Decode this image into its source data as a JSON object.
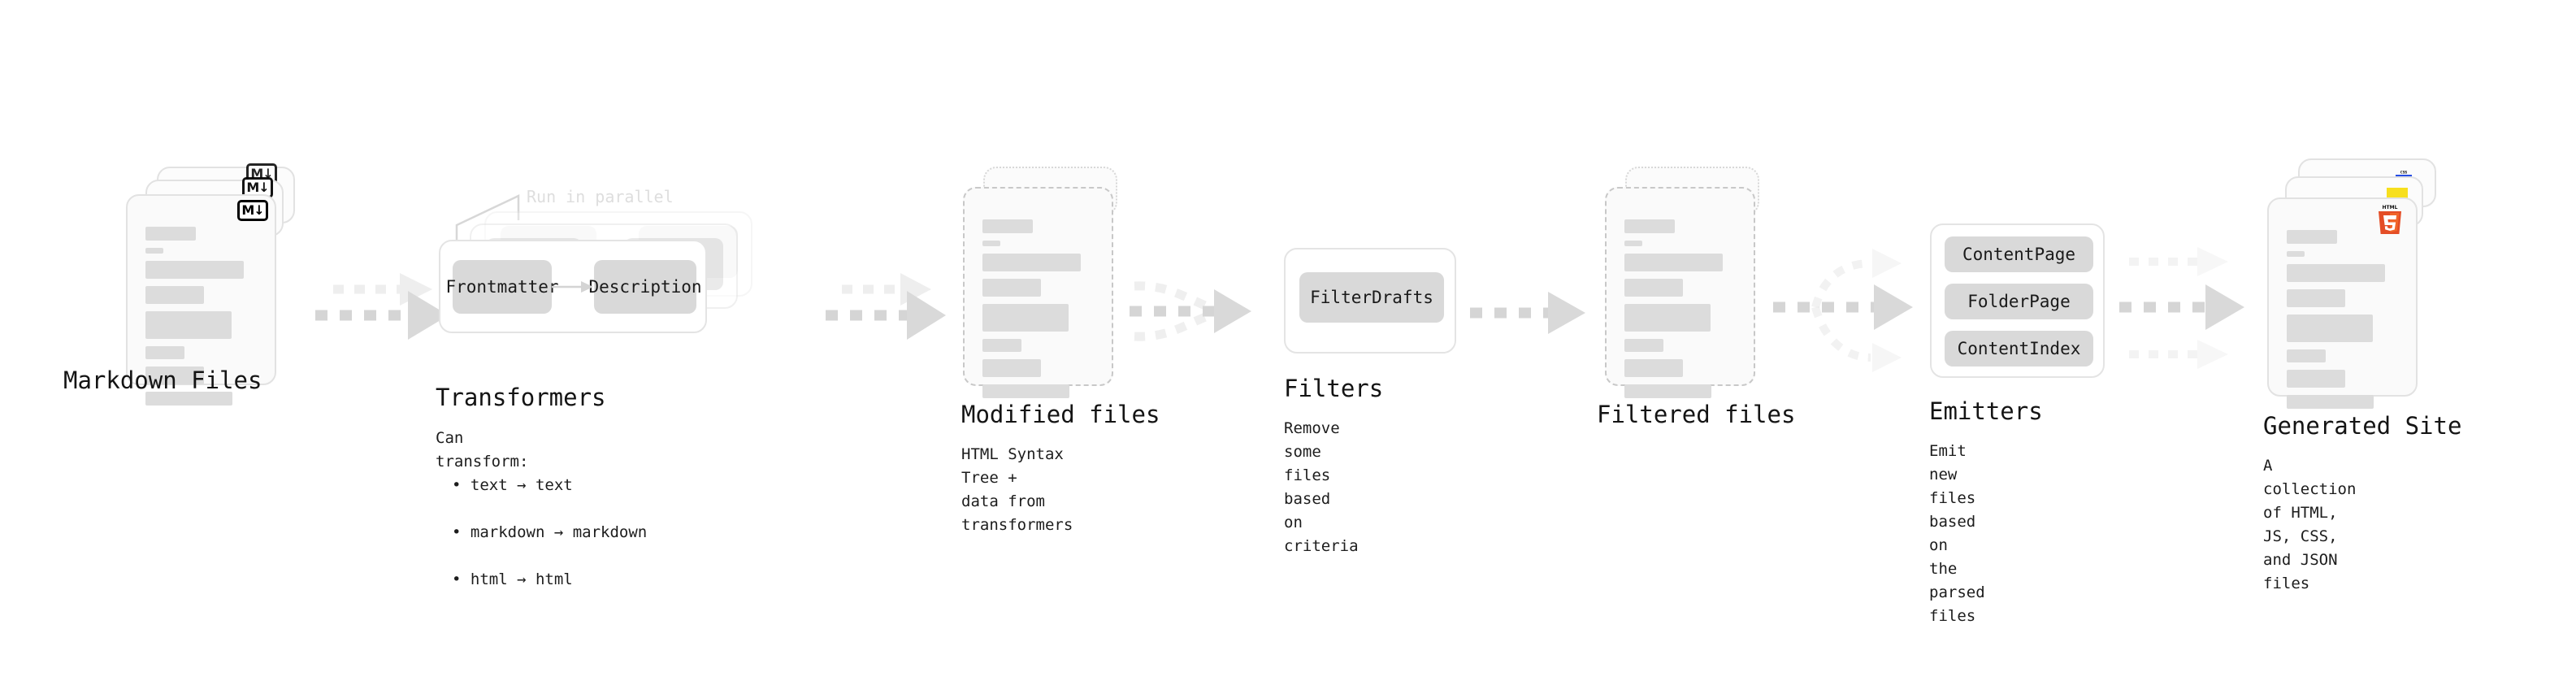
{
  "diagram": {
    "title_font_size": 29,
    "accent_colors": {
      "markdown_badge": "#000000",
      "html5_badge": "#e44d26",
      "css3_badge": "#264de4",
      "js_badge": "#f7df1e",
      "chip_fill": "#d9d9d9",
      "doc_fill": "#fafafa",
      "border": "#e2e2e2",
      "line_fill": "#dcdcdc",
      "arrow_fill": "#d5d5d5",
      "ghost_text": "#dedede"
    }
  },
  "stages": [
    {
      "id": "markdown-files",
      "title": "Markdown Files",
      "subtitle": "",
      "badge": "markdown-icon",
      "badge_text": "M↓"
    },
    {
      "id": "transformers",
      "title": "Transformers",
      "subtitle": "Can transform:",
      "bullets": [
        "text → text",
        "markdown → markdown",
        "html → html"
      ],
      "parallel_label": "Run in parallel",
      "chips": [
        "Frontmatter",
        "Description"
      ]
    },
    {
      "id": "modified-files",
      "title": "Modified files",
      "subtitle": "HTML Syntax Tree +\ndata from transformers"
    },
    {
      "id": "filters",
      "title": "Filters",
      "subtitle": "Remove some files based\non criteria",
      "chips": [
        "FilterDrafts"
      ]
    },
    {
      "id": "filtered-files",
      "title": "Filtered files",
      "subtitle": ""
    },
    {
      "id": "emitters",
      "title": "Emitters",
      "subtitle": "Emit new files based on\nthe parsed files",
      "chips": [
        "ContentPage",
        "FolderPage",
        "ContentIndex"
      ]
    },
    {
      "id": "generated-site",
      "title": "Generated Site",
      "subtitle": "A collection of HTML,\nJS, CSS, and JSON files",
      "badges": [
        "css3-icon",
        "js-icon",
        "html5-icon"
      ],
      "badge_texts": [
        "CSS",
        "",
        "HTML5"
      ]
    }
  ]
}
